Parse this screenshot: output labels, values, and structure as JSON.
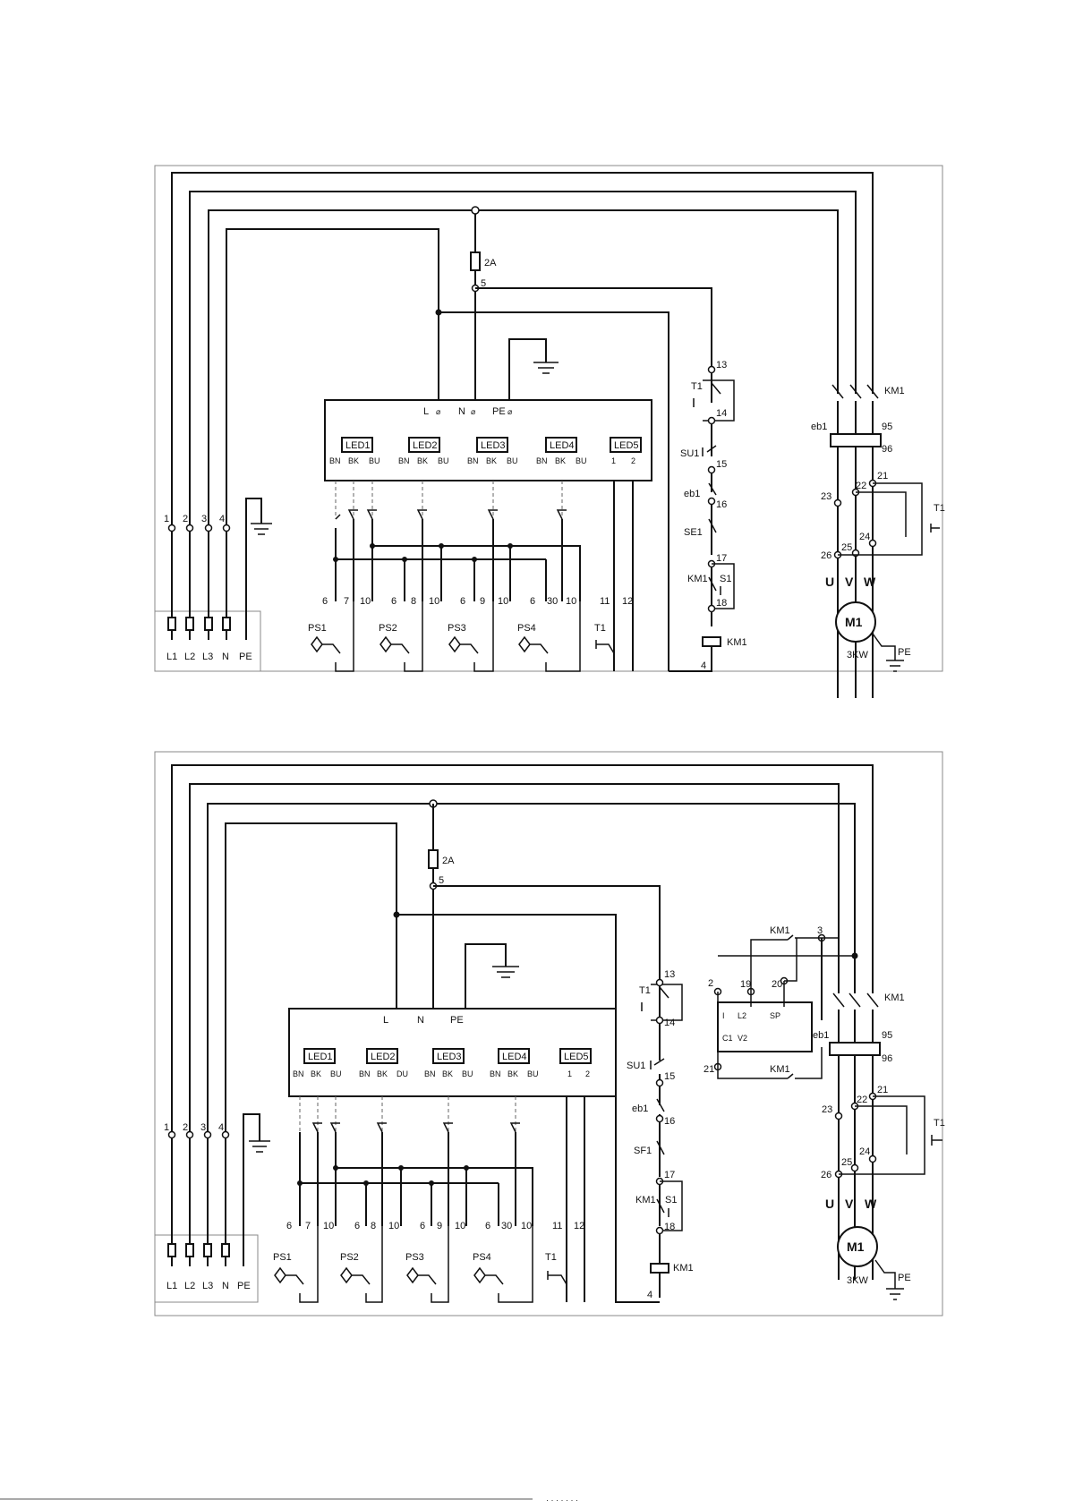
{
  "fuse": {
    "rating": "2A",
    "node": "5"
  },
  "supply": {
    "terminals": [
      "1",
      "2",
      "3",
      "4"
    ],
    "phases": [
      "L1",
      "L2",
      "L3",
      "N",
      "PE"
    ]
  },
  "controller": {
    "power_terminals": [
      "L",
      "N",
      "PE"
    ],
    "leds": [
      "LED1",
      "LED2",
      "LED3",
      "LED4",
      "LED5"
    ],
    "pins_top": [
      "BN",
      "BK",
      "BU"
    ],
    "pins_bottom": [
      "BN",
      "BK",
      "DU"
    ],
    "led5_pins": [
      "1",
      "2"
    ]
  },
  "sensors": {
    "names": [
      "PS1",
      "PS2",
      "PS3",
      "PS4",
      "T1"
    ],
    "terminals": [
      [
        "6",
        "7",
        "10"
      ],
      [
        "6",
        "8",
        "10"
      ],
      [
        "6",
        "9",
        "10"
      ],
      [
        "6",
        "30",
        "10"
      ],
      [
        "11",
        "12"
      ]
    ]
  },
  "control_circuit": {
    "t1": "T1",
    "nodes": [
      "13",
      "14",
      "15",
      "16",
      "17",
      "18",
      "4"
    ],
    "su1": "SU1",
    "eb1": "eb1",
    "se1": "SE1",
    "sf1": "SF1",
    "km1": "KM1",
    "s1": "S1"
  },
  "motor": {
    "contactor": "KM1",
    "overload": "eb1",
    "overload_nodes": [
      "95",
      "96"
    ],
    "nodes": [
      "21",
      "22",
      "23",
      "24",
      "25",
      "26"
    ],
    "switch": "T1",
    "phases": [
      "U",
      "V",
      "W"
    ],
    "name": "M1",
    "power": "3KW",
    "earth": "PE"
  },
  "relay": {
    "pins": [
      "I",
      "L2",
      "SP",
      "C1",
      "V2"
    ],
    "nodes": [
      "2",
      "19",
      "20",
      "21",
      "3"
    ],
    "km1": "KM1"
  },
  "footer_text": "· · · · · · ·"
}
